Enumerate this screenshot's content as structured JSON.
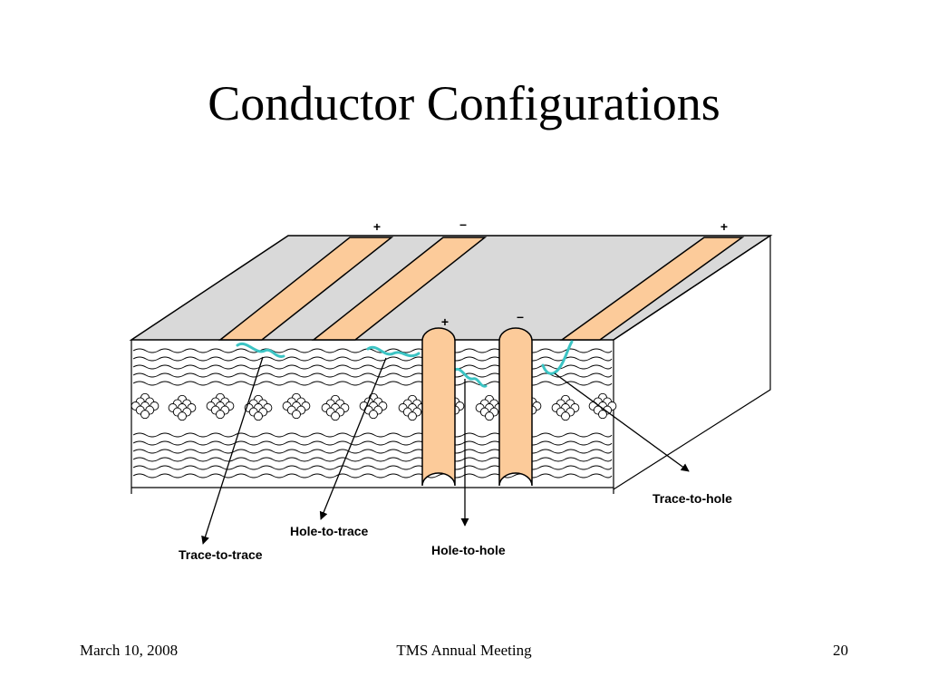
{
  "slide": {
    "title": "Conductor Configurations",
    "footer": {
      "date": "March 10, 2008",
      "event": "TMS  Annual Meeting",
      "page_number": "20"
    }
  },
  "diagram": {
    "polarity_marks": [
      "+",
      "–",
      "+",
      "+",
      "–"
    ],
    "labels": {
      "trace_to_trace": "Trace-to-trace",
      "hole_to_trace": "Hole-to-trace",
      "hole_to_hole": "Hole-to-hole",
      "trace_to_hole": "Trace-to-hole"
    },
    "colors": {
      "copper": "#FCCB9A",
      "surface": "#D9D9D9",
      "leakage_path": "#3CC4C4",
      "outline": "#000000"
    }
  }
}
